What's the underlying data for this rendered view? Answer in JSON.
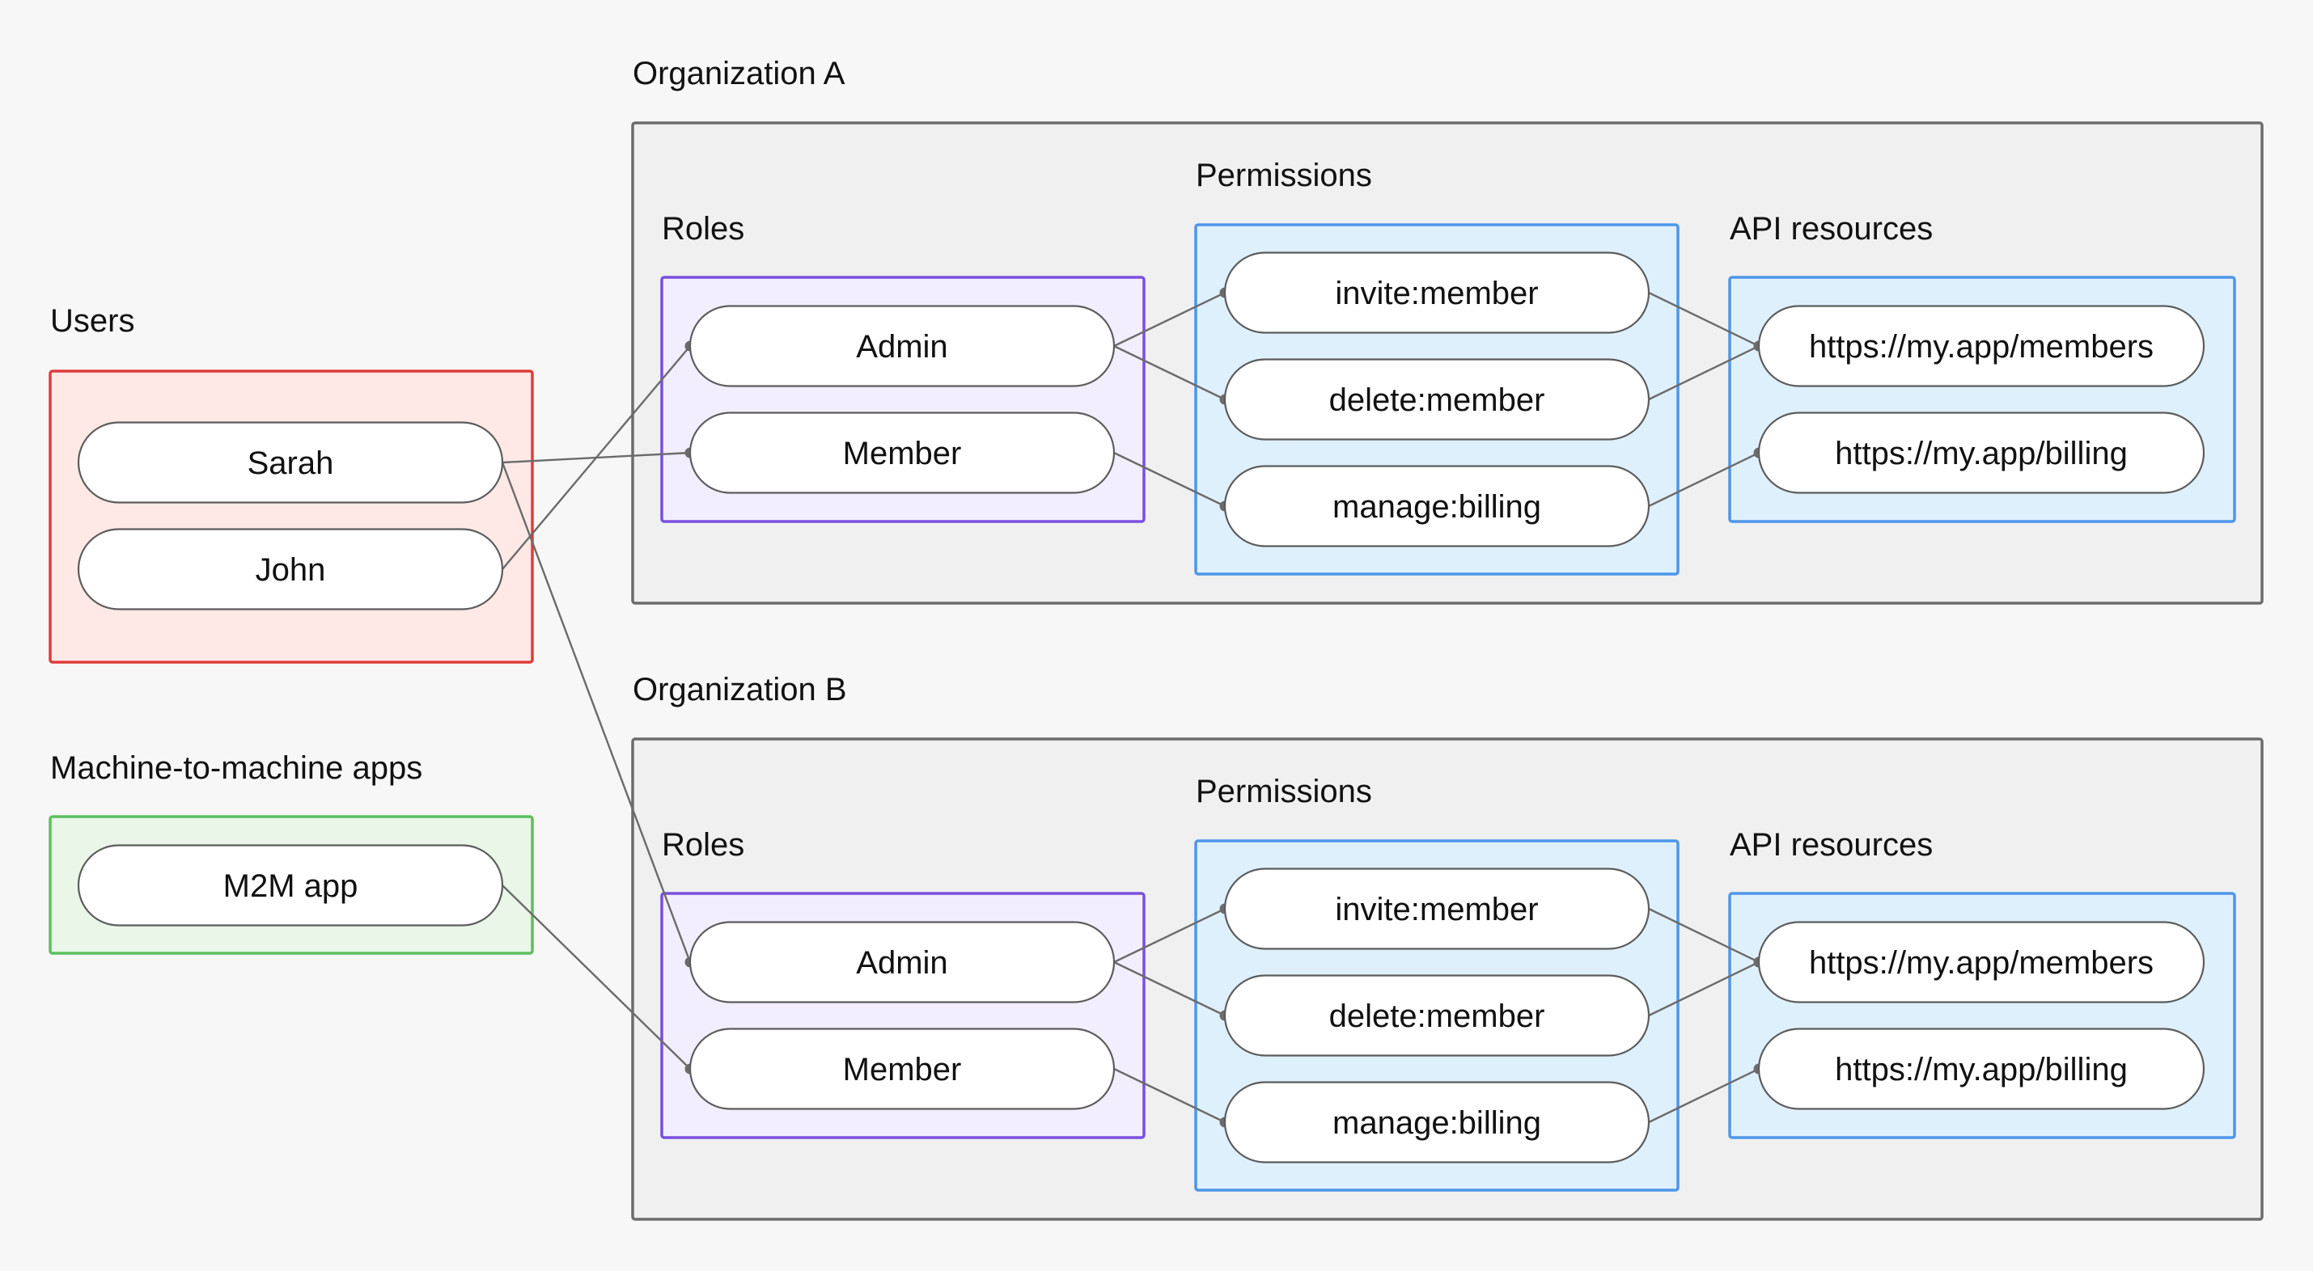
{
  "users": {
    "title": "Users",
    "items": [
      "Sarah",
      "John"
    ]
  },
  "m2m": {
    "title": "Machine-to-machine apps",
    "items": [
      "M2M app"
    ]
  },
  "organizations": [
    {
      "title": "Organization A",
      "roles_title": "Roles",
      "roles": [
        "Admin",
        "Member"
      ],
      "permissions_title": "Permissions",
      "permissions": [
        "invite:member",
        "delete:member",
        "manage:billing"
      ],
      "resources_title": "API resources",
      "resources": [
        "https://my.app/members",
        "https://my.app/billing"
      ]
    },
    {
      "title": "Organization B",
      "roles_title": "Roles",
      "roles": [
        "Admin",
        "Member"
      ],
      "permissions_title": "Permissions",
      "permissions": [
        "invite:member",
        "delete:member",
        "manage:billing"
      ],
      "resources_title": "API resources",
      "resources": [
        "https://my.app/members",
        "https://my.app/billing"
      ]
    }
  ],
  "colors": {
    "users_fill": "#ffe9e6",
    "users_stroke": "#e03b3b",
    "m2m_fill": "#e9f6e8",
    "m2m_stroke": "#5cbf5f",
    "roles_fill": "#f3eefd",
    "roles_stroke": "#7a4fe0",
    "blue_fill": "#dff0fd",
    "blue_stroke": "#4d96ea",
    "org_fill": "#eff0ef",
    "org_stroke": "#6c6c6c"
  }
}
